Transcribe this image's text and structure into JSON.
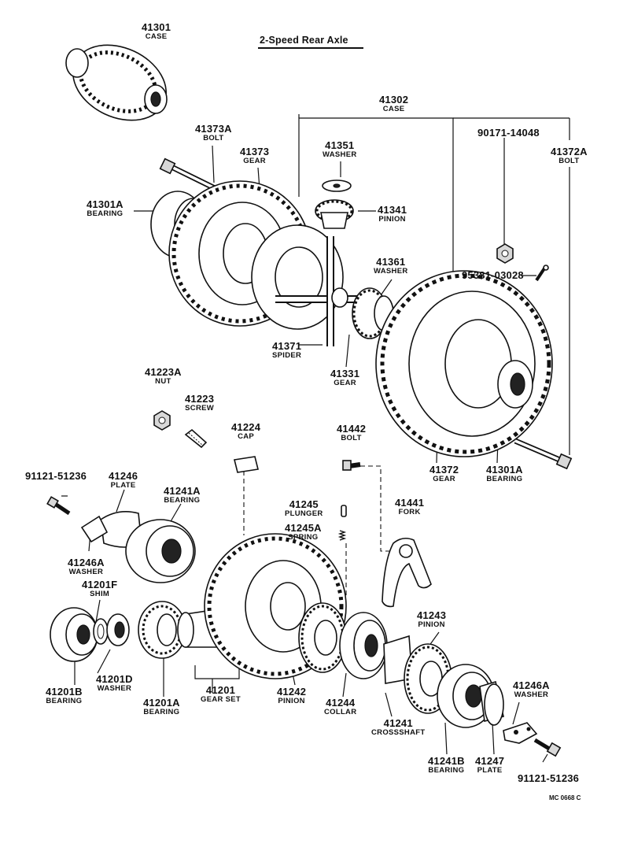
{
  "title": "2-Speed Rear Axle",
  "code": "MC 0668 C",
  "labels": [
    {
      "id": "41301",
      "num": "41301",
      "name": "CASE"
    },
    {
      "id": "41302",
      "num": "41302",
      "name": "CASE"
    },
    {
      "id": "41373A",
      "num": "41373A",
      "name": "BOLT"
    },
    {
      "id": "41373",
      "num": "41373",
      "name": "GEAR"
    },
    {
      "id": "41351",
      "num": "41351",
      "name": "WASHER"
    },
    {
      "id": "41341",
      "num": "41341",
      "name": "PINION"
    },
    {
      "id": "90171-14048",
      "num": "90171-14048",
      "name": ""
    },
    {
      "id": "41372A",
      "num": "41372A",
      "name": "BOLT"
    },
    {
      "id": "41301A-top",
      "num": "41301A",
      "name": "BEARING"
    },
    {
      "id": "41361",
      "num": "41361",
      "name": "WASHER"
    },
    {
      "id": "95381-03028",
      "num": "95381-03028",
      "name": ""
    },
    {
      "id": "41371",
      "num": "41371",
      "name": "SPIDER"
    },
    {
      "id": "41331",
      "num": "41331",
      "name": "GEAR"
    },
    {
      "id": "41223A",
      "num": "41223A",
      "name": "NUT"
    },
    {
      "id": "41223",
      "num": "41223",
      "name": "SCREW"
    },
    {
      "id": "41224",
      "num": "41224",
      "name": "CAP"
    },
    {
      "id": "41442",
      "num": "41442",
      "name": "BOLT"
    },
    {
      "id": "41372",
      "num": "41372",
      "name": "GEAR"
    },
    {
      "id": "41301A-bottom",
      "num": "41301A",
      "name": "BEARING"
    },
    {
      "id": "91121-51236-left",
      "num": "91121-51236",
      "name": ""
    },
    {
      "id": "41246",
      "num": "41246",
      "name": "PLATE"
    },
    {
      "id": "41241A",
      "num": "41241A",
      "name": "BEARING"
    },
    {
      "id": "41245",
      "num": "41245",
      "name": "PLUNGER"
    },
    {
      "id": "41245A",
      "num": "41245A",
      "name": "SPRING"
    },
    {
      "id": "41441",
      "num": "41441",
      "name": "FORK"
    },
    {
      "id": "41246A-left",
      "num": "41246A",
      "name": "WASHER"
    },
    {
      "id": "41201F",
      "num": "41201F",
      "name": "SHIM"
    },
    {
      "id": "41243",
      "num": "41243",
      "name": "PINION"
    },
    {
      "id": "41201D",
      "num": "41201D",
      "name": "WASHER"
    },
    {
      "id": "41201B",
      "num": "41201B",
      "name": "BEARING"
    },
    {
      "id": "41201A",
      "num": "41201A",
      "name": "BEARING"
    },
    {
      "id": "41201",
      "num": "41201",
      "name": "GEAR SET"
    },
    {
      "id": "41242",
      "num": "41242",
      "name": "PINION"
    },
    {
      "id": "41244",
      "num": "41244",
      "name": "COLLAR"
    },
    {
      "id": "41241",
      "num": "41241",
      "name": "CROSSSHAFT"
    },
    {
      "id": "41246A-right",
      "num": "41246A",
      "name": "WASHER"
    },
    {
      "id": "41241B",
      "num": "41241B",
      "name": "BEARING"
    },
    {
      "id": "41247",
      "num": "41247",
      "name": "PLATE"
    },
    {
      "id": "91121-51236-right",
      "num": "91121-51236",
      "name": ""
    }
  ]
}
